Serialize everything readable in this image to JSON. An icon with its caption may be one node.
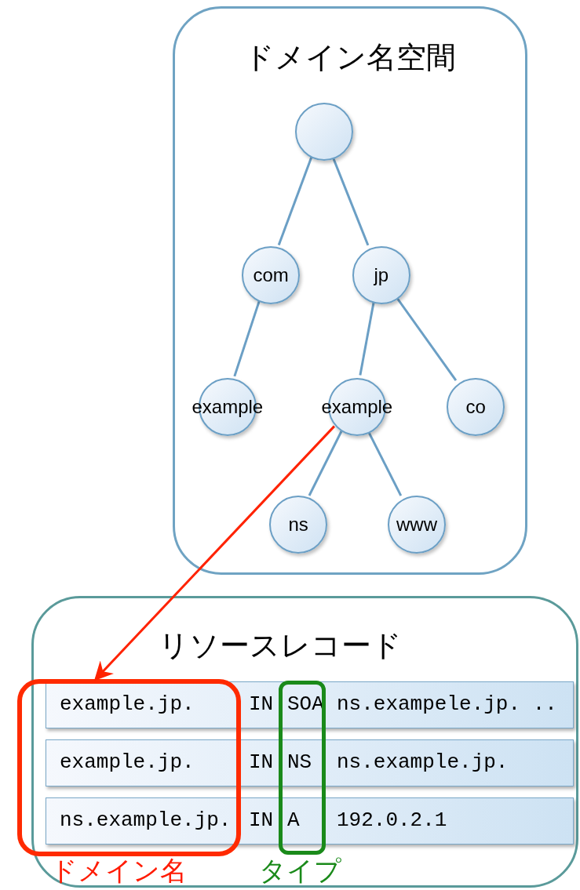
{
  "diagram": {
    "nodes": [
      {
        "text": [
          "ドメイン名空間"
        ]
      },
      {
        "text": [],
        "shape": "circle",
        "in": 0
      },
      {
        "text": [
          "com"
        ],
        "in": 0
      },
      {
        "text": [
          "jp"
        ],
        "in": 0
      },
      {
        "text": [
          "example"
        ],
        "in": 0
      },
      {
        "text": [
          "example"
        ],
        "in": 0
      },
      {
        "text": [
          "co"
        ],
        "in": 0
      },
      {
        "text": [
          "ns"
        ],
        "in": 0
      },
      {
        "text": [
          "www"
        ],
        "in": 0
      },
      {
        "text": [
          "リソースレコード"
        ]
      },
      {
        "text": [
          "example.jp.",
          "IN",
          "SOA",
          "ns.exampele.jp. .."
        ],
        "in": 9
      },
      {
        "text": [
          "example.jp.",
          "IN",
          "NS",
          "ns.example.jp."
        ],
        "in": 9
      },
      {
        "text": [
          "ns.example.jp.",
          "IN",
          "A",
          "192.0.2.1"
        ],
        "in": 9
      }
    ],
    "edges": [
      {
        "from": 1,
        "to": 2,
        "arrow": "none"
      },
      {
        "from": 1,
        "to": 3,
        "arrow": "none"
      },
      {
        "from": 2,
        "to": 4,
        "arrow": "none"
      },
      {
        "from": 3,
        "to": 5,
        "arrow": "none"
      },
      {
        "from": 3,
        "to": 6,
        "arrow": "none"
      },
      {
        "from": 5,
        "to": 7,
        "arrow": "none"
      },
      {
        "from": 5,
        "to": 8,
        "arrow": "none"
      },
      {
        "from": 5,
        "to": 10,
        "arrow": "to",
        "color": "#ff2200"
      }
    ],
    "labels": [
      "ドメイン名",
      "タイプ"
    ]
  }
}
